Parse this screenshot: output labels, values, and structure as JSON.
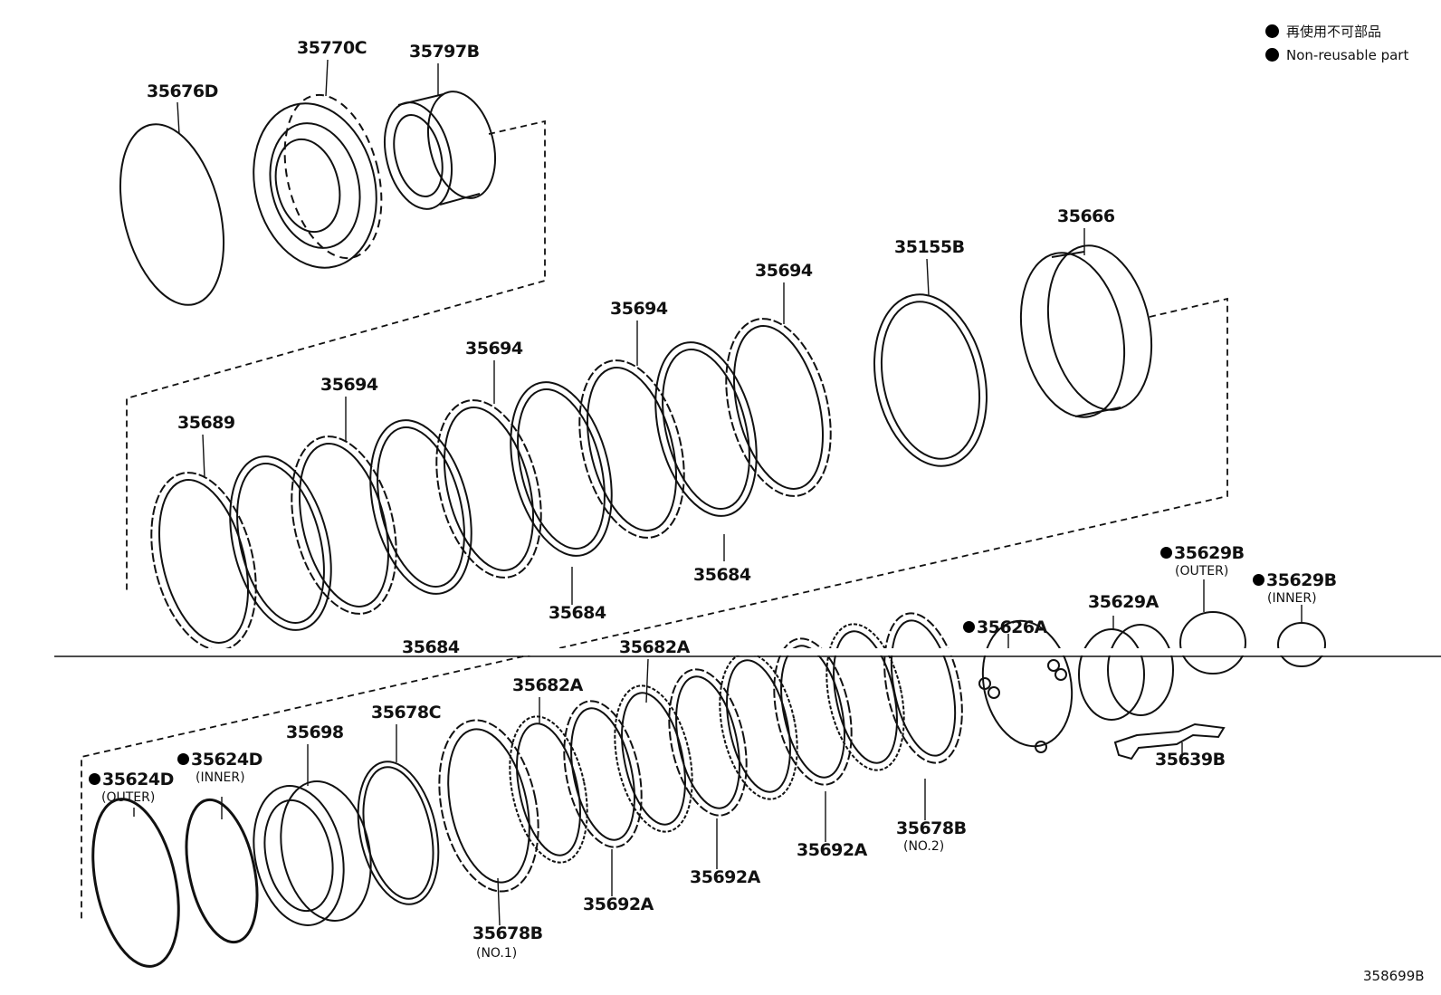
{
  "legend": {
    "line_ja": "再使用不可部品",
    "line_en": "Non-reusable part"
  },
  "figure_ref": "358699B",
  "labels": {
    "p35676D": "35676D",
    "p35770C": "35770C",
    "p35797B": "35797B",
    "p35666": "35666",
    "p35155B": "35155B",
    "p35694_a": "35694",
    "p35694_b": "35694",
    "p35694_c": "35694",
    "p35694_d": "35694",
    "p35689": "35689",
    "p35684_a": "35684",
    "p35684_b": "35684",
    "p35684_c": "35684",
    "p35629B_outer": "35629B",
    "p35629B_outer_sub": "(OUTER)",
    "p35629B_inner": "35629B",
    "p35629B_inner_sub": "(INNER)",
    "p35629A": "35629A",
    "p35626A": "35626A",
    "p35682A_a": "35682A",
    "p35682A_b": "35682A",
    "p35678C": "35678C",
    "p35698": "35698",
    "p35624D_inner": "35624D",
    "p35624D_inner_sub": "(INNER)",
    "p35624D_outer": "35624D",
    "p35624D_outer_sub": "(OUTER)",
    "p35639B": "35639B",
    "p35678B_no2": "35678B",
    "p35678B_no2_sub": "(NO.2)",
    "p35692A_a": "35692A",
    "p35692A_b": "35692A",
    "p35692A_c": "35692A",
    "p35678B_no1": "35678B",
    "p35678B_no1_sub": "(NO.1)"
  }
}
